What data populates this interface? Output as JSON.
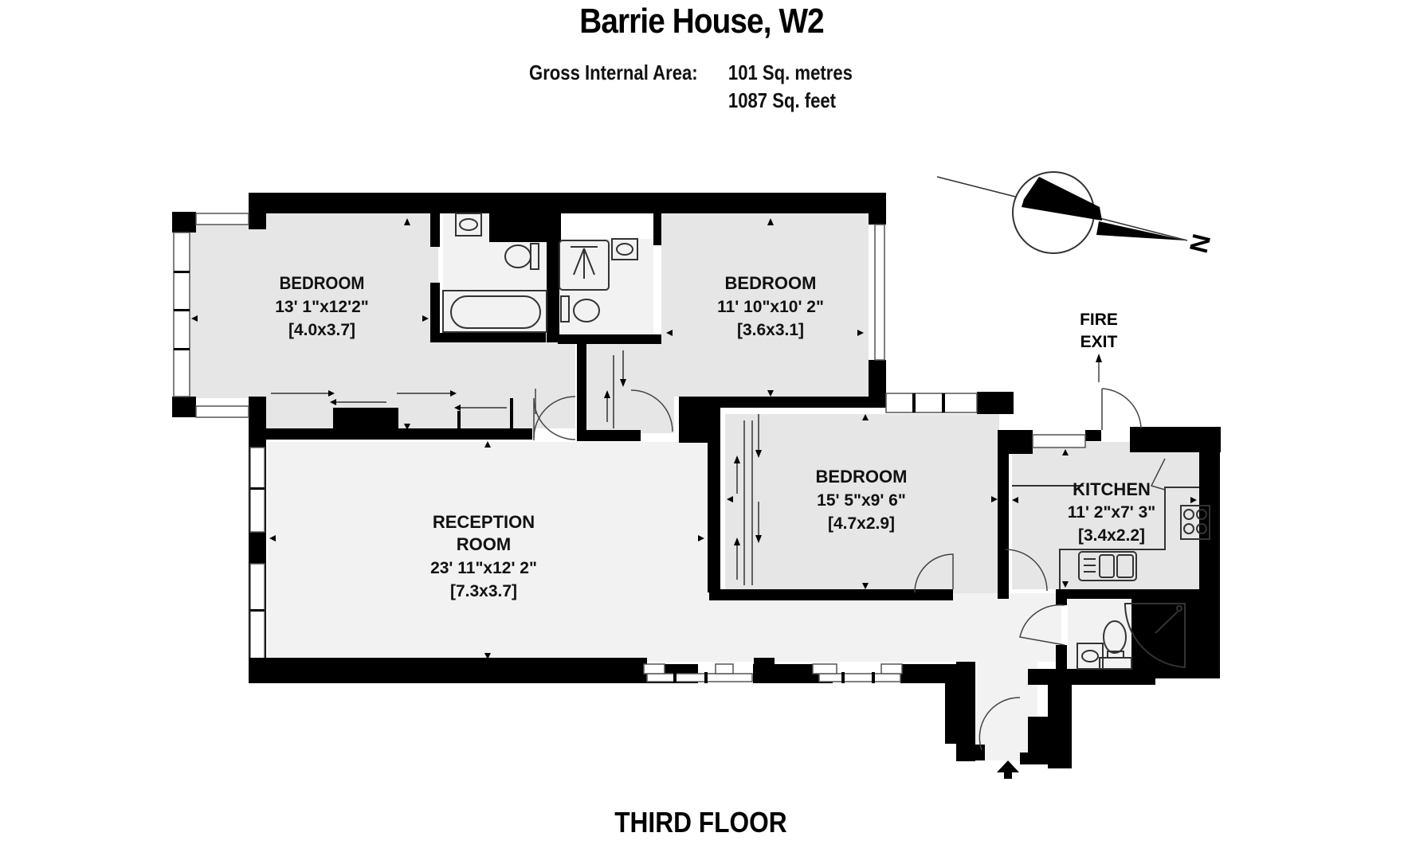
{
  "header": {
    "title": "Barrie House, W2",
    "area_label": "Gross Internal Area:",
    "area_metric": "101 Sq. metres",
    "area_imperial": "1087 Sq. feet"
  },
  "floor": {
    "label": "THIRD FLOOR"
  },
  "compass": {
    "label": "N"
  },
  "fire_exit": {
    "line1": "FIRE",
    "line2": "EXIT"
  },
  "rooms": [
    {
      "name": "BEDROOM",
      "imperial": "13' 1\"x12'2\"",
      "metric": "[4.0x3.7]"
    },
    {
      "name": "BEDROOM",
      "imperial": "11' 10\"x10' 2\"",
      "metric": "[3.6x3.1]"
    },
    {
      "name": "BEDROOM",
      "imperial": "15' 5\"x9' 6\"",
      "metric": "[4.7x2.9]"
    },
    {
      "name": "KITCHEN",
      "imperial": "11' 2\"x7' 3\"",
      "metric": "[3.4x2.2]"
    },
    {
      "name_line1": "RECEPTION",
      "name_line2": "ROOM",
      "imperial": "23' 11\"x12' 2\"",
      "metric": "[7.3x3.7]"
    }
  ],
  "colors": {
    "wall": "#000000",
    "room_fill": "#e6e6e6",
    "hall_fill": "#f2f2f2",
    "background": "#ffffff"
  }
}
